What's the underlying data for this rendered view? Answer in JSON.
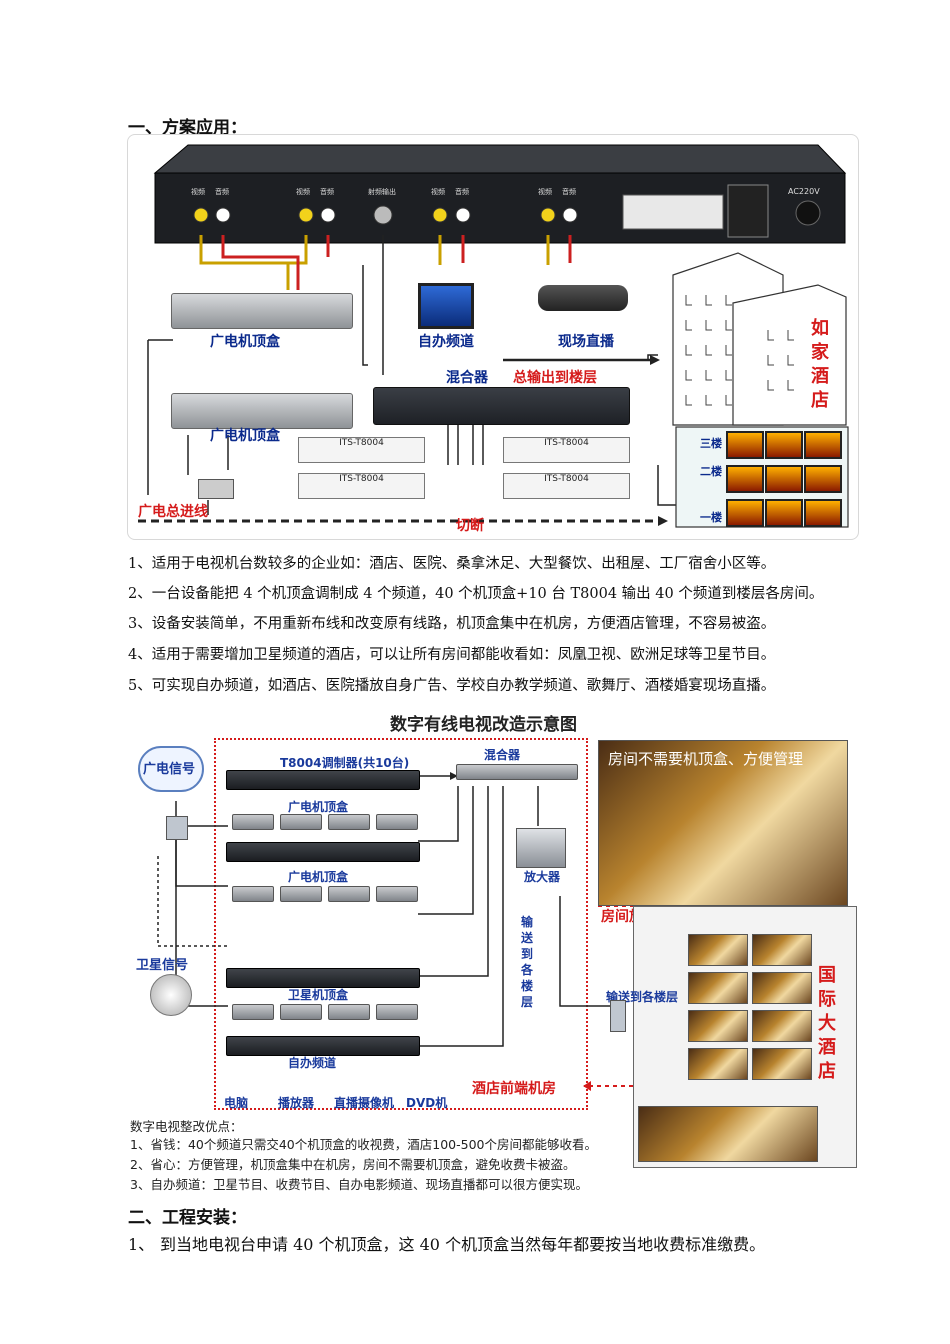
{
  "section1": {
    "heading": "一、方案应用："
  },
  "figure1": {
    "labels": {
      "stb_top": "广电机顶盒",
      "stb_bottom": "广电机顶盒",
      "self_channel": "自办频道",
      "live": "现场直播",
      "mixer": "混合器",
      "total_out": "总输出到楼层",
      "main_line": "广电总进线",
      "cut": "切断",
      "modulator": "ITS-T8004",
      "floor3": "三楼",
      "floor2": "二楼",
      "floor1": "一楼",
      "hotel": "如家酒店",
      "panel_labels": [
        "视频",
        "音频",
        "视频",
        "音频",
        "射频输出",
        "视频",
        "音频",
        "视频",
        "音频"
      ],
      "ac": "AC220V"
    }
  },
  "list1": [
    "1、适用于电视机台数较多的企业如：酒店、医院、桑拿沐足、大型餐饮、出租屋、工厂宿舍小区等。",
    "2、一台设备能把 4 个机顶盒调制成 4 个频道，40 个机顶盒+10 台 T8004 输出 40 个频道到楼层各房间。",
    "3、设备安装简单，不用重新布线和改变原有线路，机顶盒集中在机房，方便酒店管理，不容易被盗。",
    "4、适用于需要增加卫星频道的酒店，可以让所有房间都能收看如：凤凰卫视、欧洲足球等卫星节目。",
    "5、可实现自办频道，如酒店、医院播放自身广告、学校自办教学频道、歌舞厅、酒楼婚宴现场直播。"
  ],
  "figure2": {
    "title": "数字有线电视改造示意图",
    "modulator_group": "T8004调制器(共10台)",
    "mixer": "混合器",
    "cable_signal": "广电信号",
    "sat_signal": "卫星信号",
    "stb_cable_1": "广电机顶盒",
    "stb_cable_2": "广电机顶盒",
    "stb_sat": "卫星机顶盒",
    "self_channel": "自办频道",
    "amplifier": "放大器",
    "transmit": "输送到各楼层",
    "transmit_vertical": "输送到各楼层",
    "room_no_stb": "房间不需要机顶盒、方便管理",
    "room_zoom": "房间放大图",
    "hotel": "国际大酒店",
    "front_room": "酒店前端机房",
    "devices": [
      "电脑",
      "播放器",
      "直播摄像机",
      "DVD机"
    ],
    "advantages_title": "数字电视整改优点：",
    "advantages": [
      "1、省钱：40个频道只需交40个机顶盒的收视费，酒店100-500个房间都能够收看。",
      "2、省心：方便管理，机顶盒集中在机房，房间不需要机顶盒，避免收费卡被盗。",
      "3、自办频道：卫星节目、收费节目、自办电影频道、现场直播都可以很方便实现。"
    ]
  },
  "section2": {
    "heading": "二、工程安装：",
    "item1_num": "1、",
    "item1_text": "到当地电视台申请 40 个机顶盒，这 40 个机顶盒当然每年都要按当地收费标准缴费。"
  }
}
